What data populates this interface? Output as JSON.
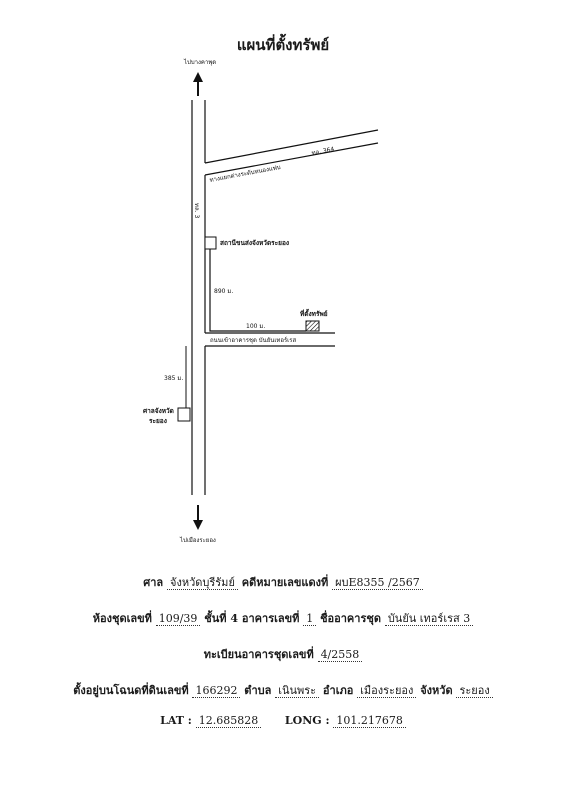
{
  "title": "แผนที่ตั้งทรัพย์",
  "map": {
    "north_label": "ไปบางคาพุด",
    "south_label": "ไปเมืองระยอง",
    "diagonal_road_label": "ทางแยกต่างระดับหนองแฟบ",
    "diagonal_road_number": "ทล. 364",
    "main_road_label": "ทล. 3",
    "landmark1_label": "สถานีขนส่งจังหวัดระยอง",
    "distance1": "890 ม.",
    "distance2": "100 ม.",
    "property_label": "ที่ตั้งทรัพย์",
    "side_road_label": "ถนนเข้าอาคารชุด บันยันเทอร์เรส",
    "distance3": "385 ม.",
    "landmark2_line1": "ศาลจังหวัด",
    "landmark2_line2": "ระยอง"
  },
  "info": {
    "court_label": "ศาล",
    "court_value": "จังหวัดบุรีรัมย์",
    "case_label": "คดีหมายเลขแดงที่",
    "case_value": "ผบE8355 /2567",
    "room_label": "ห้องชุดเลขที่",
    "room_value": "109/39",
    "floor_label": "ชั้นที่",
    "floor_value": "4",
    "building_label": "อาคารเลขที่",
    "building_value": "1",
    "condo_label": "ชื่ออาคารชุด",
    "condo_value": "บันยัน เทอร์เรส 3",
    "register_label": "ทะเบียนอาคารชุดเลขที่",
    "register_value": "4/2558",
    "deed_label": "ตั้งอยู่บนโฉนดที่ดินเลขที่",
    "deed_value": "166292",
    "subdistrict_label": "ตำบล",
    "subdistrict_value": "เนินพระ",
    "district_label": "อำเภอ",
    "district_value": "เมืองระยอง",
    "province_label": "จังหวัด",
    "province_value": "ระยอง",
    "lat_label": "LAT :",
    "lat_value": "12.685828",
    "long_label": "LONG :",
    "long_value": "101.217678"
  }
}
